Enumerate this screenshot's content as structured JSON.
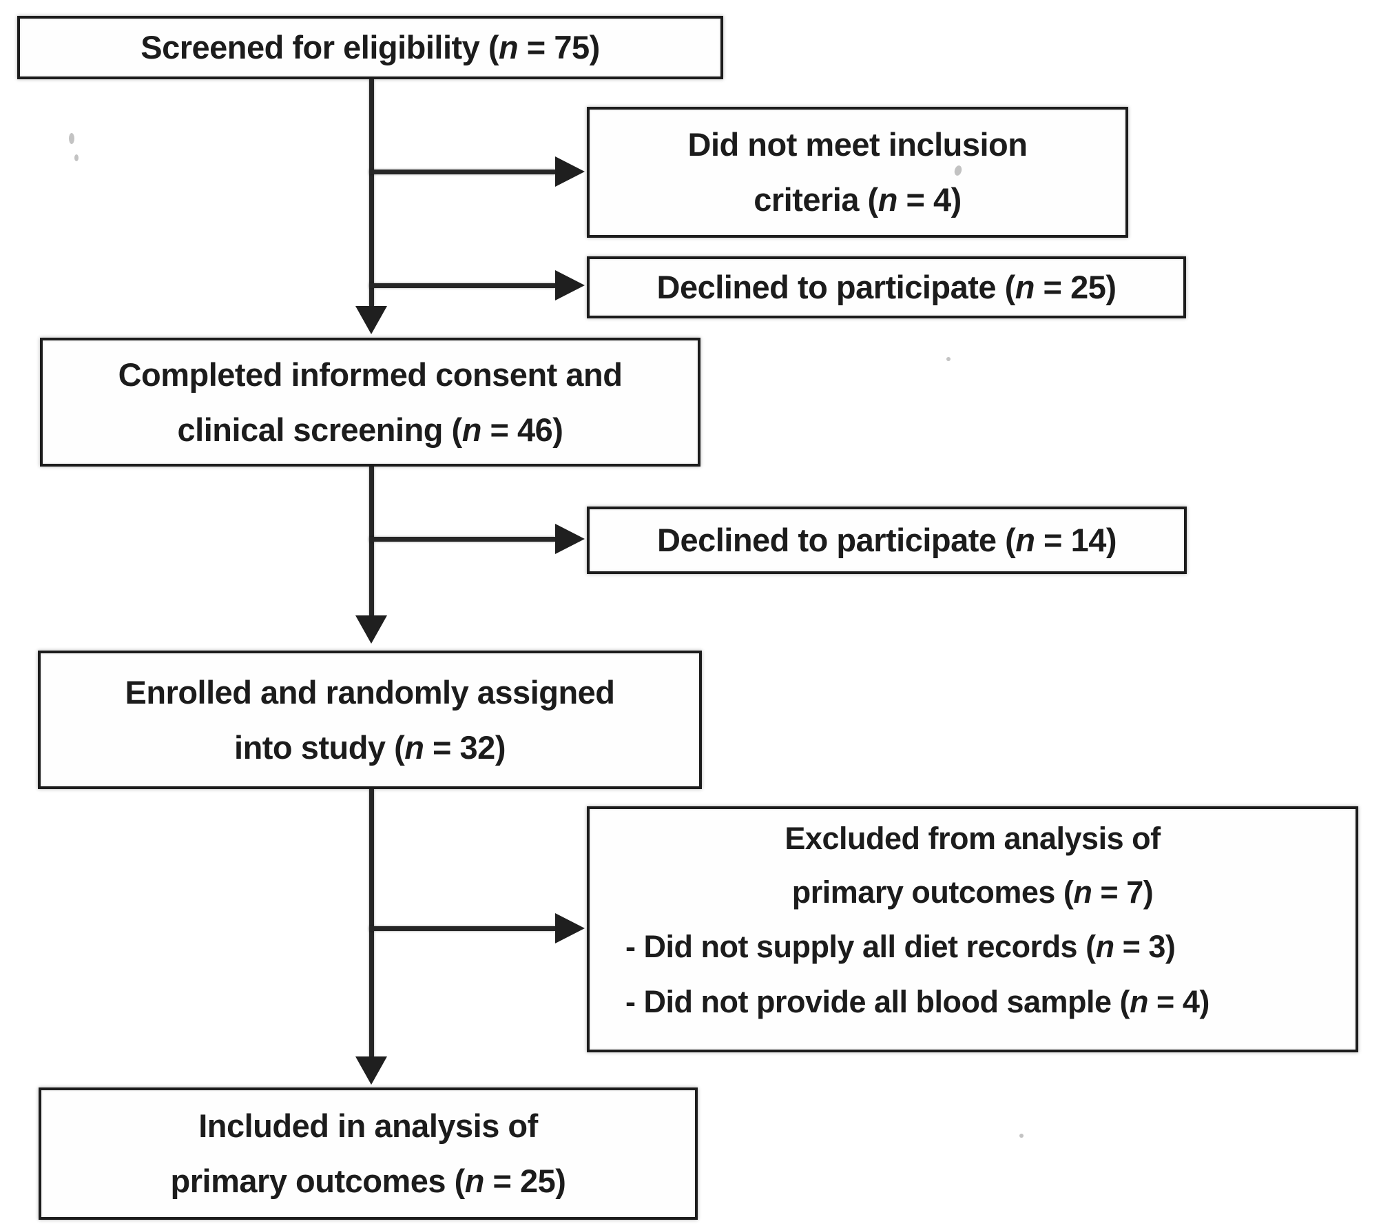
{
  "colors": {
    "ink": "#1c1c1c",
    "paper": "#ffffff"
  },
  "boxes": {
    "screened": {
      "pre": "Screened for eligibility (",
      "n": "n",
      "post": " = 75)"
    },
    "not_meet": {
      "line1": "Did not meet inclusion",
      "line2_pre": "criteria (",
      "n": "n",
      "line2_post": " = 4)"
    },
    "declined_25": {
      "pre": "Declined to participate (",
      "n": "n",
      "post": " = 25)"
    },
    "consent": {
      "line1": "Completed informed consent and",
      "line2_pre": "clinical screening (",
      "n": "n",
      "line2_post": " = 46)"
    },
    "declined_14": {
      "pre": "Declined to participate (",
      "n": "n",
      "post": " = 14)"
    },
    "enrolled": {
      "line1": "Enrolled and randomly assigned",
      "line2_pre": "into study (",
      "n": "n",
      "line2_post": " = 32)"
    },
    "excluded": {
      "line1": "Excluded from analysis of",
      "line2_pre": "primary outcomes (",
      "n": "n",
      "line2_post": " = 7)",
      "bullet1_pre": "- Did not supply all diet records (",
      "bullet1_n": "n",
      "bullet1_post": " = 3)",
      "bullet2_pre": "- Did not provide all blood sample (",
      "bullet2_n": "n",
      "bullet2_post": " = 4)"
    },
    "included": {
      "line1": "Included in analysis of",
      "line2_pre": "primary outcomes (",
      "n": "n",
      "line2_post": " = 25)"
    }
  }
}
